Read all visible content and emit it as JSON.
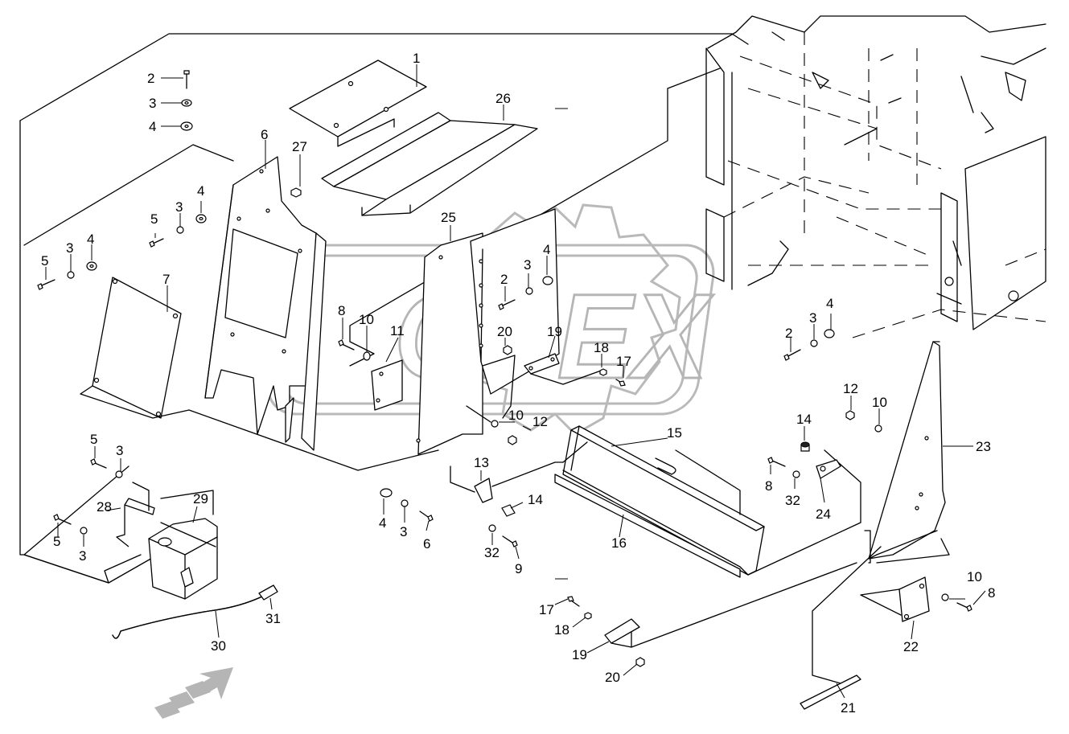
{
  "watermark": {
    "text": "OPEX"
  },
  "callouts": [
    {
      "id": "c1",
      "text": "1"
    },
    {
      "id": "c2a",
      "text": "2"
    },
    {
      "id": "c3a",
      "text": "3"
    },
    {
      "id": "c4a",
      "text": "4"
    },
    {
      "id": "c26",
      "text": "26"
    },
    {
      "id": "c6a",
      "text": "6"
    },
    {
      "id": "c27",
      "text": "27"
    },
    {
      "id": "c5a",
      "text": "5"
    },
    {
      "id": "c3b",
      "text": "3"
    },
    {
      "id": "c4b",
      "text": "4"
    },
    {
      "id": "c5b",
      "text": "5"
    },
    {
      "id": "c3c",
      "text": "3"
    },
    {
      "id": "c4c",
      "text": "4"
    },
    {
      "id": "c7",
      "text": "7"
    },
    {
      "id": "c25",
      "text": "25"
    },
    {
      "id": "c3d",
      "text": "3"
    },
    {
      "id": "c4d",
      "text": "4"
    },
    {
      "id": "c2b",
      "text": "2"
    },
    {
      "id": "c8a",
      "text": "8"
    },
    {
      "id": "c10a",
      "text": "10"
    },
    {
      "id": "c11",
      "text": "11"
    },
    {
      "id": "c20a",
      "text": "20"
    },
    {
      "id": "c19a",
      "text": "19"
    },
    {
      "id": "c18a",
      "text": "18"
    },
    {
      "id": "c17a",
      "text": "17"
    },
    {
      "id": "c2c",
      "text": "2"
    },
    {
      "id": "c3e",
      "text": "3"
    },
    {
      "id": "c4e",
      "text": "4"
    },
    {
      "id": "c12a",
      "text": "12"
    },
    {
      "id": "c10b",
      "text": "10"
    },
    {
      "id": "c23",
      "text": "23"
    },
    {
      "id": "c10c",
      "text": "10"
    },
    {
      "id": "c12b",
      "text": "12"
    },
    {
      "id": "c15",
      "text": "15"
    },
    {
      "id": "c14a",
      "text": "14"
    },
    {
      "id": "c8b",
      "text": "8"
    },
    {
      "id": "c32a",
      "text": "32"
    },
    {
      "id": "c24",
      "text": "24"
    },
    {
      "id": "c5c",
      "text": "5"
    },
    {
      "id": "c3f",
      "text": "3"
    },
    {
      "id": "c29",
      "text": "29"
    },
    {
      "id": "c28",
      "text": "28"
    },
    {
      "id": "c5d",
      "text": "5"
    },
    {
      "id": "c3g",
      "text": "3"
    },
    {
      "id": "c13",
      "text": "13"
    },
    {
      "id": "c14b",
      "text": "14"
    },
    {
      "id": "c4f",
      "text": "4"
    },
    {
      "id": "c3h",
      "text": "3"
    },
    {
      "id": "c6b",
      "text": "6"
    },
    {
      "id": "c32b",
      "text": "32"
    },
    {
      "id": "c9",
      "text": "9"
    },
    {
      "id": "c16",
      "text": "16"
    },
    {
      "id": "c31",
      "text": "31"
    },
    {
      "id": "c30",
      "text": "30"
    },
    {
      "id": "c17b",
      "text": "17"
    },
    {
      "id": "c18b",
      "text": "18"
    },
    {
      "id": "c19b",
      "text": "19"
    },
    {
      "id": "c20b",
      "text": "20"
    },
    {
      "id": "c10d",
      "text": "10"
    },
    {
      "id": "c8c",
      "text": "8"
    },
    {
      "id": "c22",
      "text": "22"
    },
    {
      "id": "c21",
      "text": "21"
    }
  ]
}
